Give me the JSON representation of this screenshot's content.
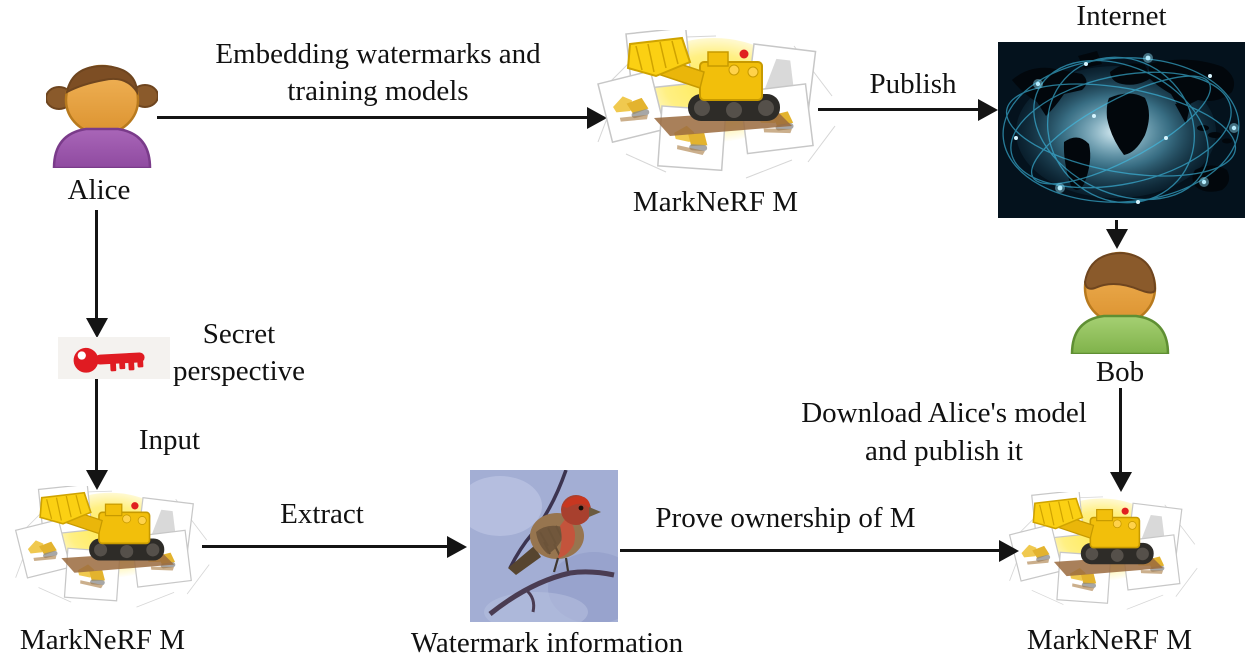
{
  "figure": {
    "type": "workflow-diagram",
    "nodes": {
      "alice": {
        "label": "Alice",
        "icon": "female-person-icon",
        "shirt_color": "#9d5cab"
      },
      "nerf_top": {
        "label": "MarkNeRF M",
        "icon": "nerf-model-bulldozer-image"
      },
      "internet": {
        "label": "Internet",
        "icon": "global-network-world-map-image",
        "accent_color": "#3fc3ec"
      },
      "bob": {
        "label": "Bob",
        "icon": "male-person-icon",
        "shirt_color": "#8fbf5d"
      },
      "secret_key": {
        "label_line1": "Secret",
        "label_line2": "perspective",
        "icon": "red-key-icon",
        "key_color": "#e01b22"
      },
      "nerf_bottom_left": {
        "label": "MarkNeRF M",
        "icon": "nerf-model-bulldozer-image"
      },
      "watermark": {
        "label": "Watermark information",
        "icon": "house-finch-bird-photo"
      },
      "nerf_bottom_right": {
        "label": "MarkNeRF M",
        "icon": "nerf-model-bulldozer-image"
      }
    },
    "edges": {
      "embed": {
        "from": "alice",
        "to": "nerf_top",
        "label_line1": "Embedding watermarks and",
        "label_line2": "training models"
      },
      "publish": {
        "from": "nerf_top",
        "to": "internet",
        "label": "Publish"
      },
      "net_bob": {
        "from": "internet",
        "to": "bob",
        "label": ""
      },
      "download": {
        "from": "bob",
        "to": "nerf_bottom_right",
        "label_line1": "Download Alice's model",
        "label_line2": "and publish it"
      },
      "alice_key": {
        "from": "alice",
        "to": "secret_key",
        "label": ""
      },
      "input": {
        "from": "secret_key",
        "to": "nerf_bottom_left",
        "label": "Input"
      },
      "extract": {
        "from": "nerf_bottom_left",
        "to": "watermark",
        "label": "Extract"
      },
      "prove": {
        "from": "watermark",
        "to": "nerf_bottom_right",
        "label": "Prove ownership of M"
      }
    },
    "colors": {
      "background": "#ffffff",
      "text": "#111111",
      "arrow": "#141414",
      "nerf_glow_yellow": "#ffe94d",
      "key_background": "#f4f2ef",
      "skin": "#eaa642",
      "hair_brown": "#7d4e24"
    }
  }
}
